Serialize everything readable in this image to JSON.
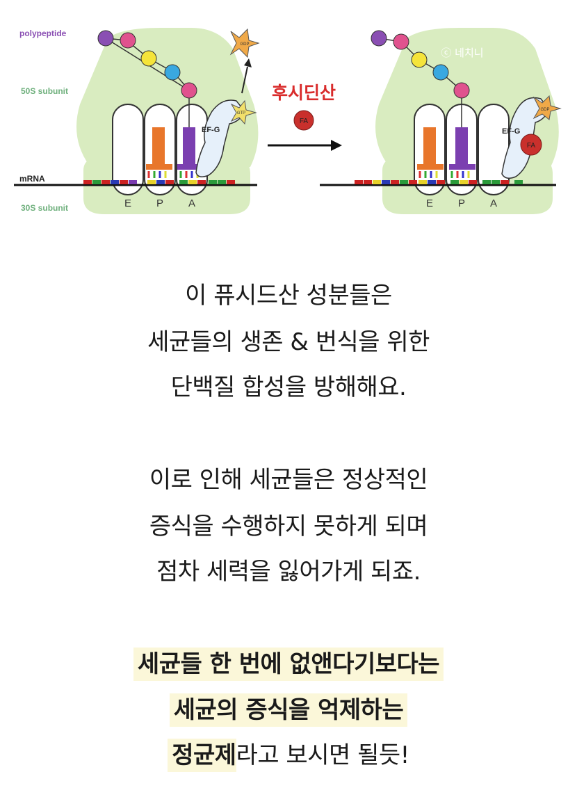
{
  "diagram": {
    "labels": {
      "polypeptide": "polypeptide",
      "subunit_50s": "50S subunit",
      "mrna": "mRNA",
      "subunit_30s": "30S subunit",
      "site_e": "E",
      "site_p": "P",
      "site_a": "A",
      "efg": "EF-G",
      "gtp": "GTP",
      "gdp": "GDP",
      "fa": "FA",
      "arrow_title": "후시딘산",
      "watermark": "ⓒ 네치니"
    },
    "colors": {
      "ribosome": "#d9ecc0",
      "bead_purple": "#8a4fb3",
      "bead_pink": "#e0528e",
      "bead_yellow": "#f5e43a",
      "bead_blue": "#3aa8e0",
      "trna_orange": "#e8762b",
      "trna_purple": "#7b3fb0",
      "fa_red": "#c9302c",
      "title_red": "#d92b2b",
      "highlight": "#fbf7d9"
    }
  },
  "paragraphs": [
    [
      "이 퓨시드산 성분들은",
      "세균들의 생존 & 번식을 위한",
      "단백질 합성을 방해해요."
    ],
    [
      "이로 인해 세균들은 정상적인",
      "증식을 수행하지 못하게 되며",
      "점차 세력을 잃어가게 되죠."
    ]
  ],
  "emphasis": {
    "line1": "세균들 한 번에 없앤다기보다는",
    "line2": "세균의 증식을 억제하는",
    "line3_bold": "정균제",
    "line3_rest": "라고 보시면 될듯!"
  }
}
